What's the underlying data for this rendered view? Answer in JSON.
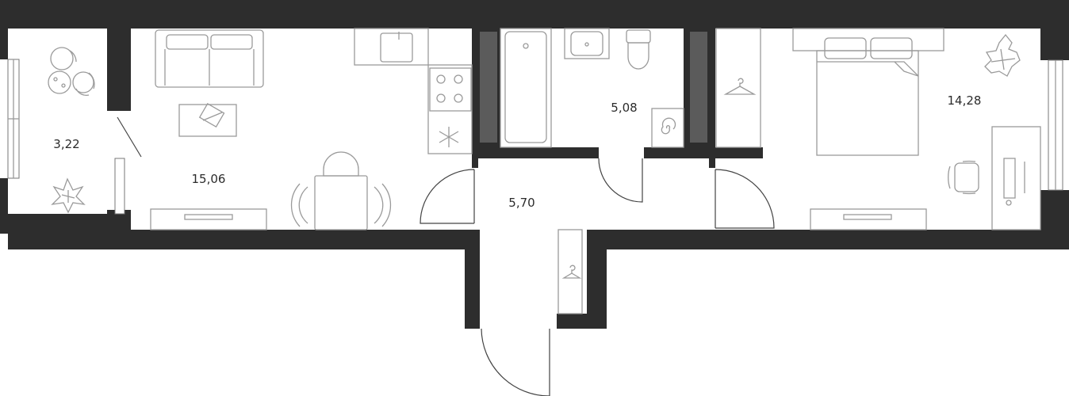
{
  "rooms": {
    "balcony": {
      "area": "3,22"
    },
    "living": {
      "area": "15,06"
    },
    "bathroom": {
      "area": "5,08"
    },
    "hall": {
      "area": "5,70"
    },
    "bedroom": {
      "area": "14,28"
    }
  },
  "colors": {
    "wall": "#2d2d2d",
    "shaft": "#5b5b5b",
    "furniture_stroke": "#9a9a9a",
    "background": "#ffffff"
  },
  "icons": [
    "sofa-icon",
    "coffee-table-icon",
    "sink-icon",
    "stove-icon",
    "fridge-icon",
    "bathtub-icon",
    "toilet-icon",
    "washing-machine-icon",
    "hanger-icon",
    "double-bed-icon",
    "desk-icon",
    "office-chair-icon",
    "dining-table-icon",
    "plant-icon",
    "balcony-chairs-icon"
  ]
}
